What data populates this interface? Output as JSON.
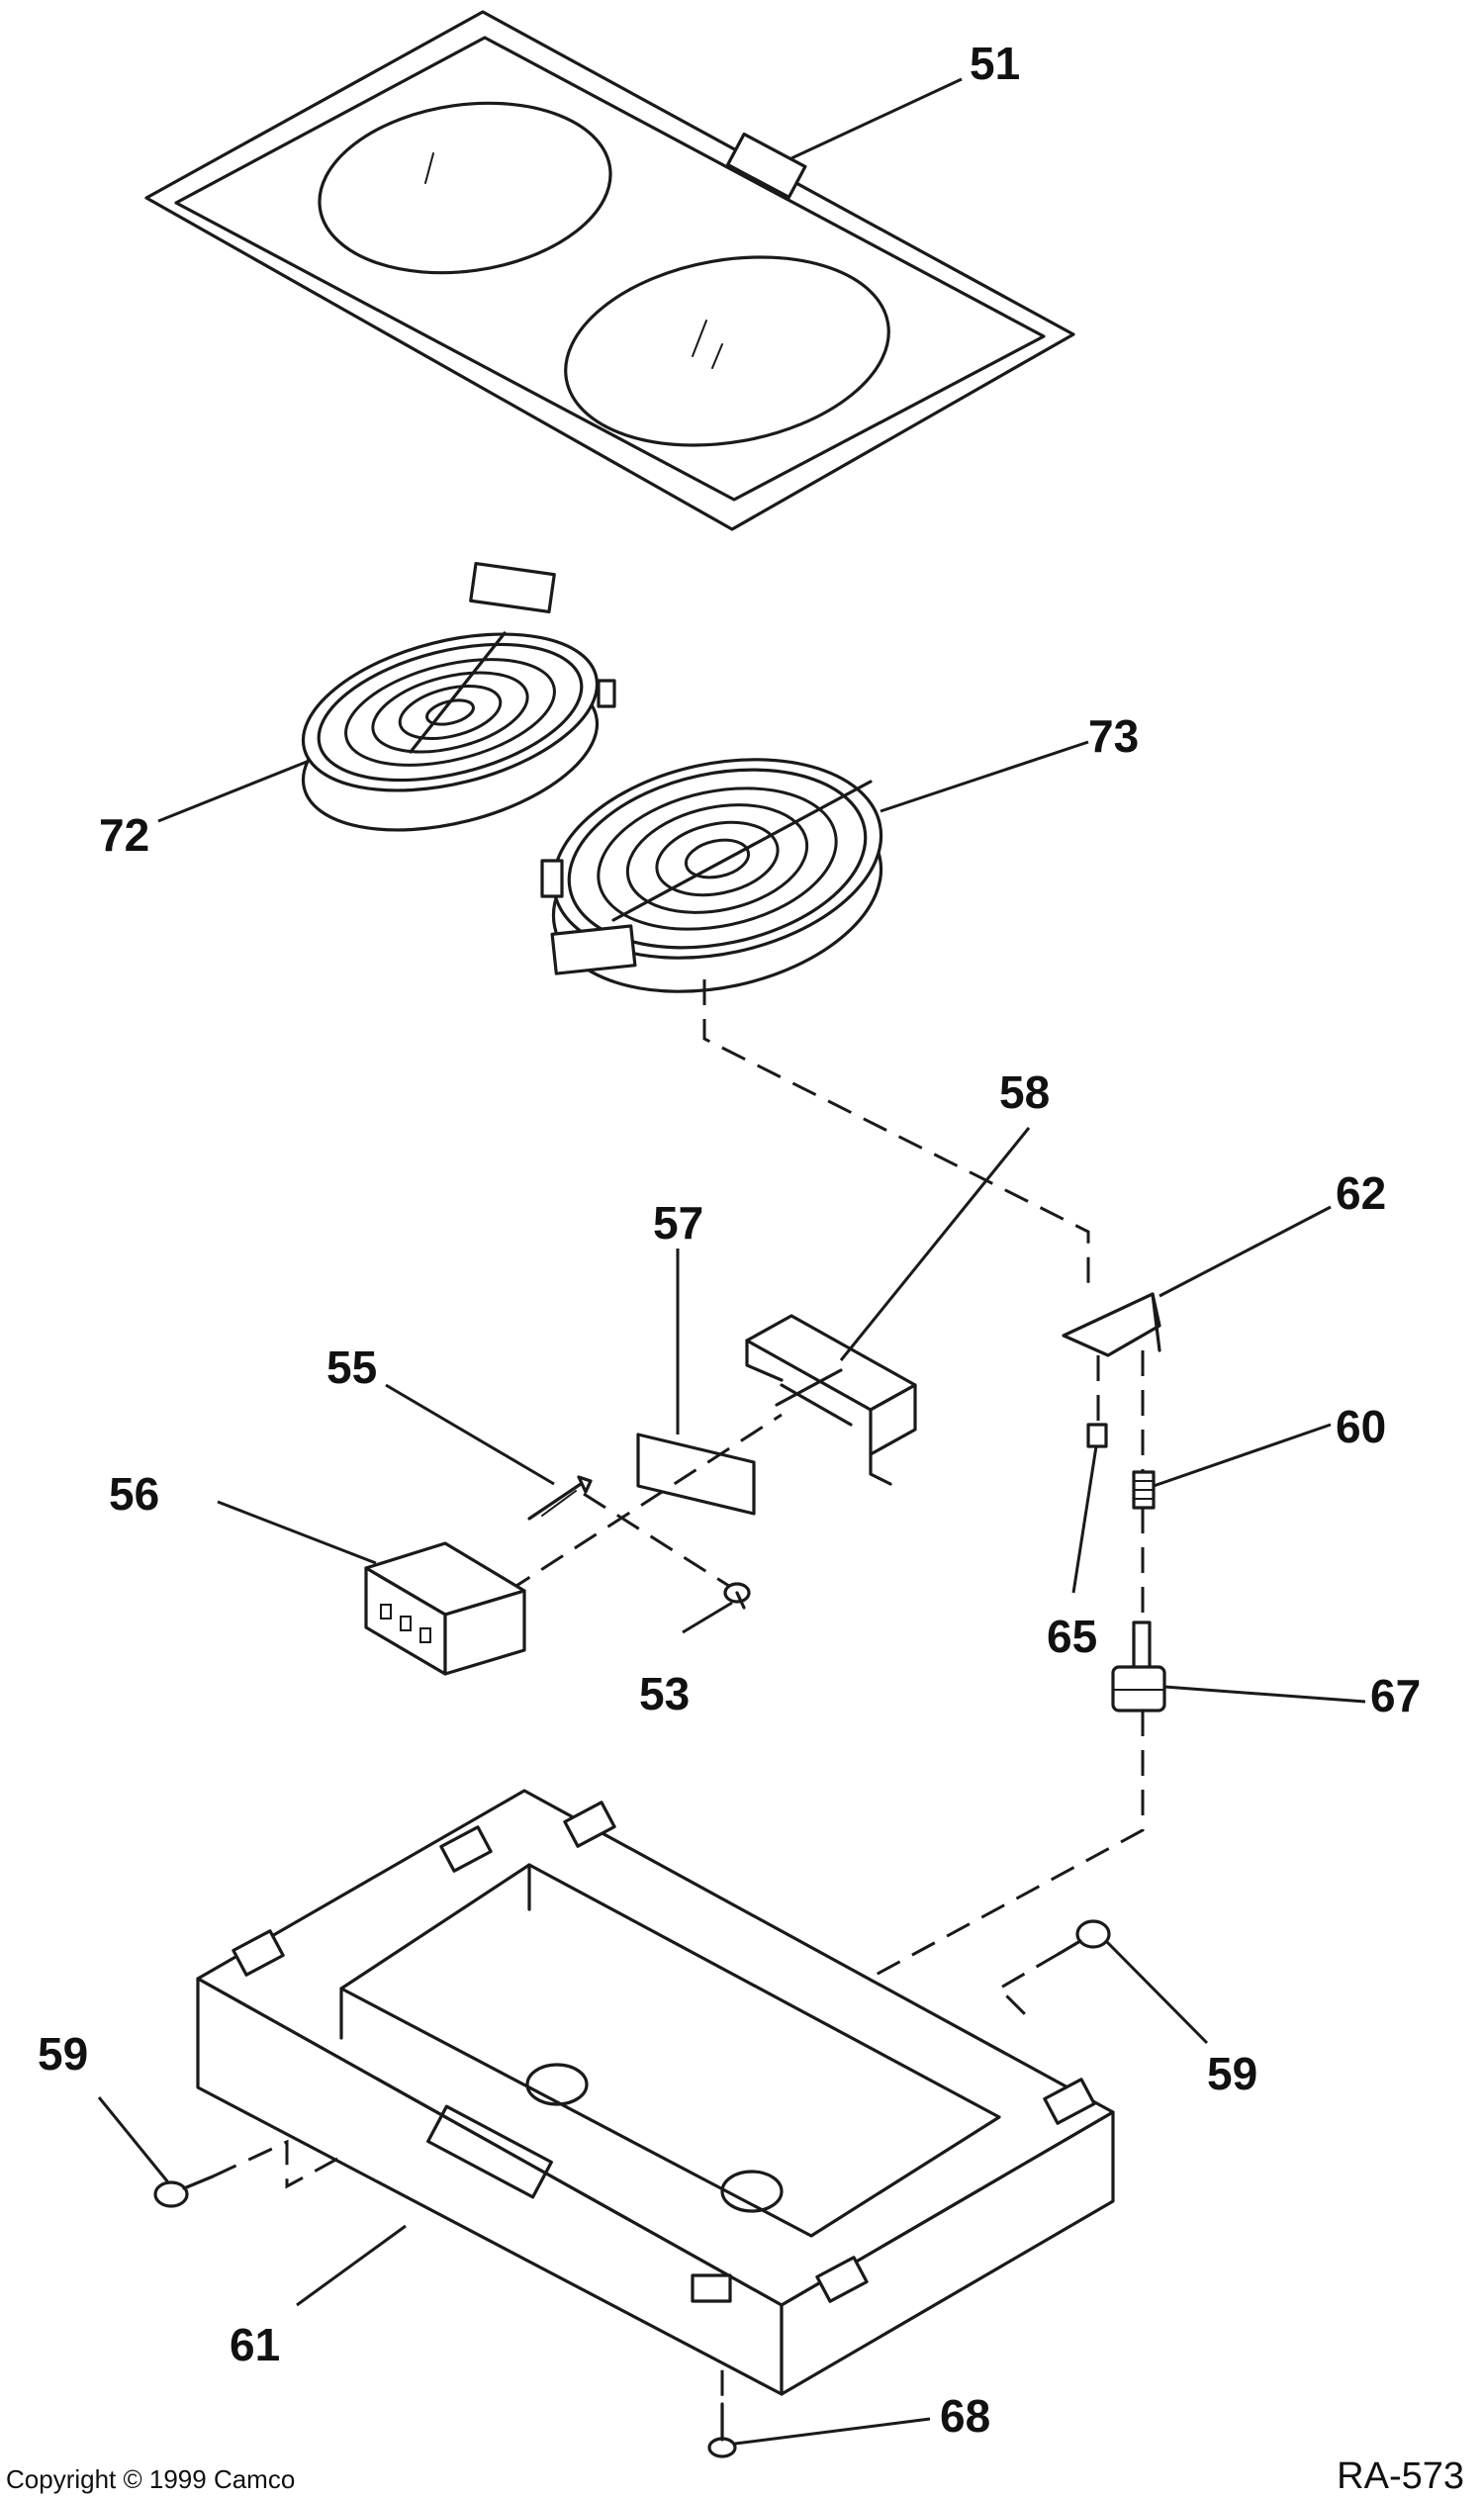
{
  "callouts": {
    "c51": "51",
    "c72": "72",
    "c73": "73",
    "c58": "58",
    "c62": "62",
    "c57": "57",
    "c55": "55",
    "c60": "60",
    "c56": "56",
    "c65": "65",
    "c53": "53",
    "c67": "67",
    "c59_left": "59",
    "c59_right": "59",
    "c61": "61",
    "c68": "68"
  },
  "footer": {
    "copyright": "Copyright © 1999 Camco",
    "drawing_id": "RA-573"
  }
}
